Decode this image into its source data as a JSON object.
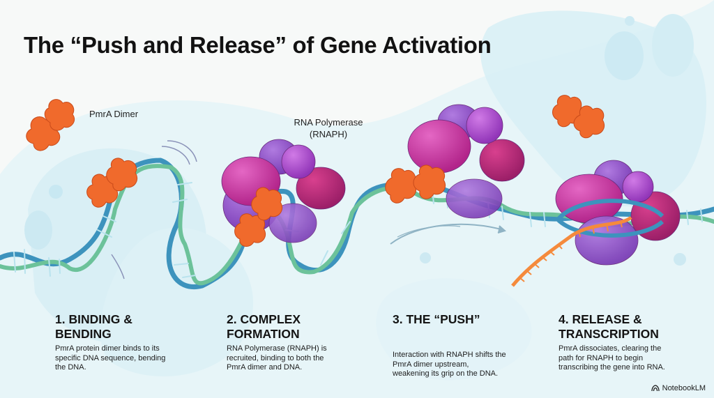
{
  "title": "The “Push and Release” of Gene Activation",
  "labels": {
    "pmra_dimer": "PmrA Dimer",
    "rnap_line1": "RNA Polymerase",
    "rnap_line2": "(RNAPH)"
  },
  "steps": [
    {
      "heading_line1": "1. BINDING &",
      "heading_line2": "BENDING",
      "description": "PmrA protein dimer binds to its specific DNA sequence, bending the DNA."
    },
    {
      "heading_line1": "2. COMPLEX",
      "heading_line2": "FORMATION",
      "description": "RNA Polymerase (RNAPH) is recruited, binding to both the PmrA dimer and DNA."
    },
    {
      "heading_line1": "3. THE “PUSH”",
      "heading_line2": "",
      "description": "Interaction with RNAPH shifts the PmrA dimer upstream, weakening its grip on the DNA."
    },
    {
      "heading_line1": "4. RELEASE &",
      "heading_line2": "TRANSCRIPTION",
      "description": "PmrA dissociates, clearing the path for RNAPH to begin transcribing the gene into RNA."
    }
  ],
  "brand": {
    "name": "NotebookLM",
    "icon": "notebooklm-logo-icon"
  },
  "colors": {
    "background": "#f7f9f8",
    "blob": "#dcf1f6",
    "dna_blue": "#3d93bd",
    "dna_green": "#6cc29a",
    "pmra_orange": "#f06a2c",
    "rnap_magenta": "#c42f9c",
    "rnap_purple": "#8f52c8",
    "rnap_violet": "#a649c9",
    "rna_orange": "#f58a3c"
  }
}
